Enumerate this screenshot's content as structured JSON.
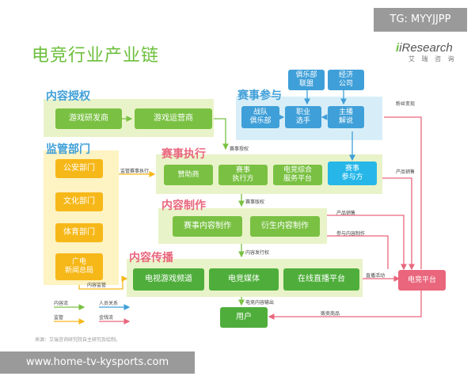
{
  "title": "电竞行业产业链",
  "watermark_top": "TG: MYYJJPP",
  "watermark_bottom": "www.home-tv-kysports.com",
  "logo": {
    "brand": "iResearch",
    "sub": "艾 瑞 咨 询"
  },
  "panels": {
    "content_auth": "内容授权",
    "regulation": "监管部门",
    "event_participation": "赛事参与",
    "event_execution": "赛事执行",
    "content_production": "内容制作",
    "content_distribution": "内容传播"
  },
  "nodes": {
    "game_dev": "游戏研发商",
    "game_ops": "游戏运营商",
    "police": "公安部门",
    "culture": "文化部门",
    "sports": "体育部门",
    "sarft": "广电\n新闻总局",
    "club_league": "俱乐部\n联盟",
    "agency": "经济\n公司",
    "team_club": "战队\n俱乐部",
    "pro_player": "职业\n选手",
    "host": "主播\n解说",
    "sponsor": "赞助商",
    "event_exec": "赛事\n执行方",
    "esports_platform": "电竞综合\n服务平台",
    "event_participant": "赛事\n参与方",
    "event_content": "赛事内容制作",
    "derivative_content": "衍生内容制作",
    "tv_channel": "电视游戏频道",
    "esports_media": "电竞媒体",
    "live_platform": "在线直播平台",
    "user": "用户",
    "ecommerce": "电竞平台"
  },
  "edge_labels": {
    "event_auth": "赛事授权",
    "reg_exec": "监管赛事执行",
    "event_rights": "赛事版权",
    "content_release": "内容发行权",
    "content_reg": "内容监管",
    "content_output": "电竞内容输出",
    "fan_transform": "粉丝变现",
    "product_sales": "产品销售",
    "product_sales2": "产品销售",
    "join_content": "参与内容制作",
    "live_activity": "直播活动",
    "sell_goods": "贩卖商品"
  },
  "legend": {
    "content_flow": "内容流",
    "people": "人员关系",
    "regulation": "监管",
    "money": "金钱流"
  },
  "colors": {
    "content_flow": "#7ac143",
    "people": "#3f9fd8",
    "regulation": "#f6b819",
    "money": "#e9667d"
  },
  "source": "来源：艾瑞咨询研究院自主研究及绘制。"
}
